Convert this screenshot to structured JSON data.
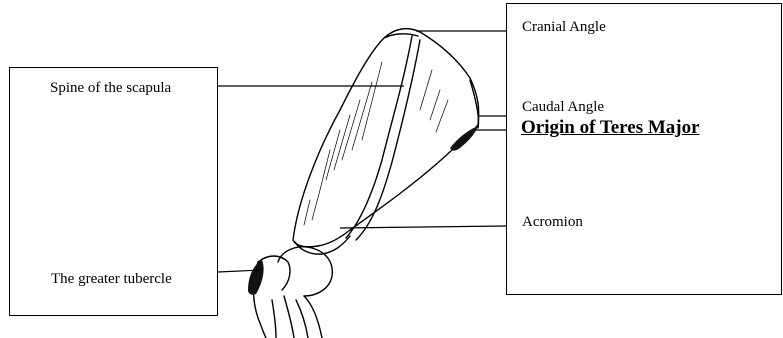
{
  "labels": {
    "spine_of_scapula": "Spine of the scapula",
    "greater_tubercle": "The greater tubercle",
    "cranial_angle": "Cranial Angle",
    "caudal_angle": "Caudal Angle",
    "origin_teres_major": "Origin of Teres Major",
    "acromion": "Acromion"
  },
  "colors": {
    "ink": "#000000",
    "background": "#ffffff",
    "shading": "#111111"
  }
}
